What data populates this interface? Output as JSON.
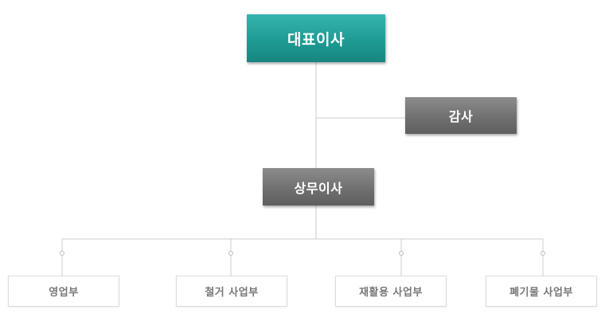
{
  "org_chart": {
    "ceo": {
      "label": "대표이사"
    },
    "audit": {
      "label": "감사"
    },
    "managing_director": {
      "label": "상무이사"
    },
    "departments": [
      {
        "label": "영업부"
      },
      {
        "label": "철거 사업부"
      },
      {
        "label": "재활용 사업부"
      },
      {
        "label": "폐기물 사업부"
      }
    ]
  },
  "colors": {
    "ceo_box": "#1f9b94",
    "executive_box": "#6e6e6e",
    "department_border": "#dcdcdc",
    "department_text": "#777777",
    "connector_line": "#cccccc"
  }
}
